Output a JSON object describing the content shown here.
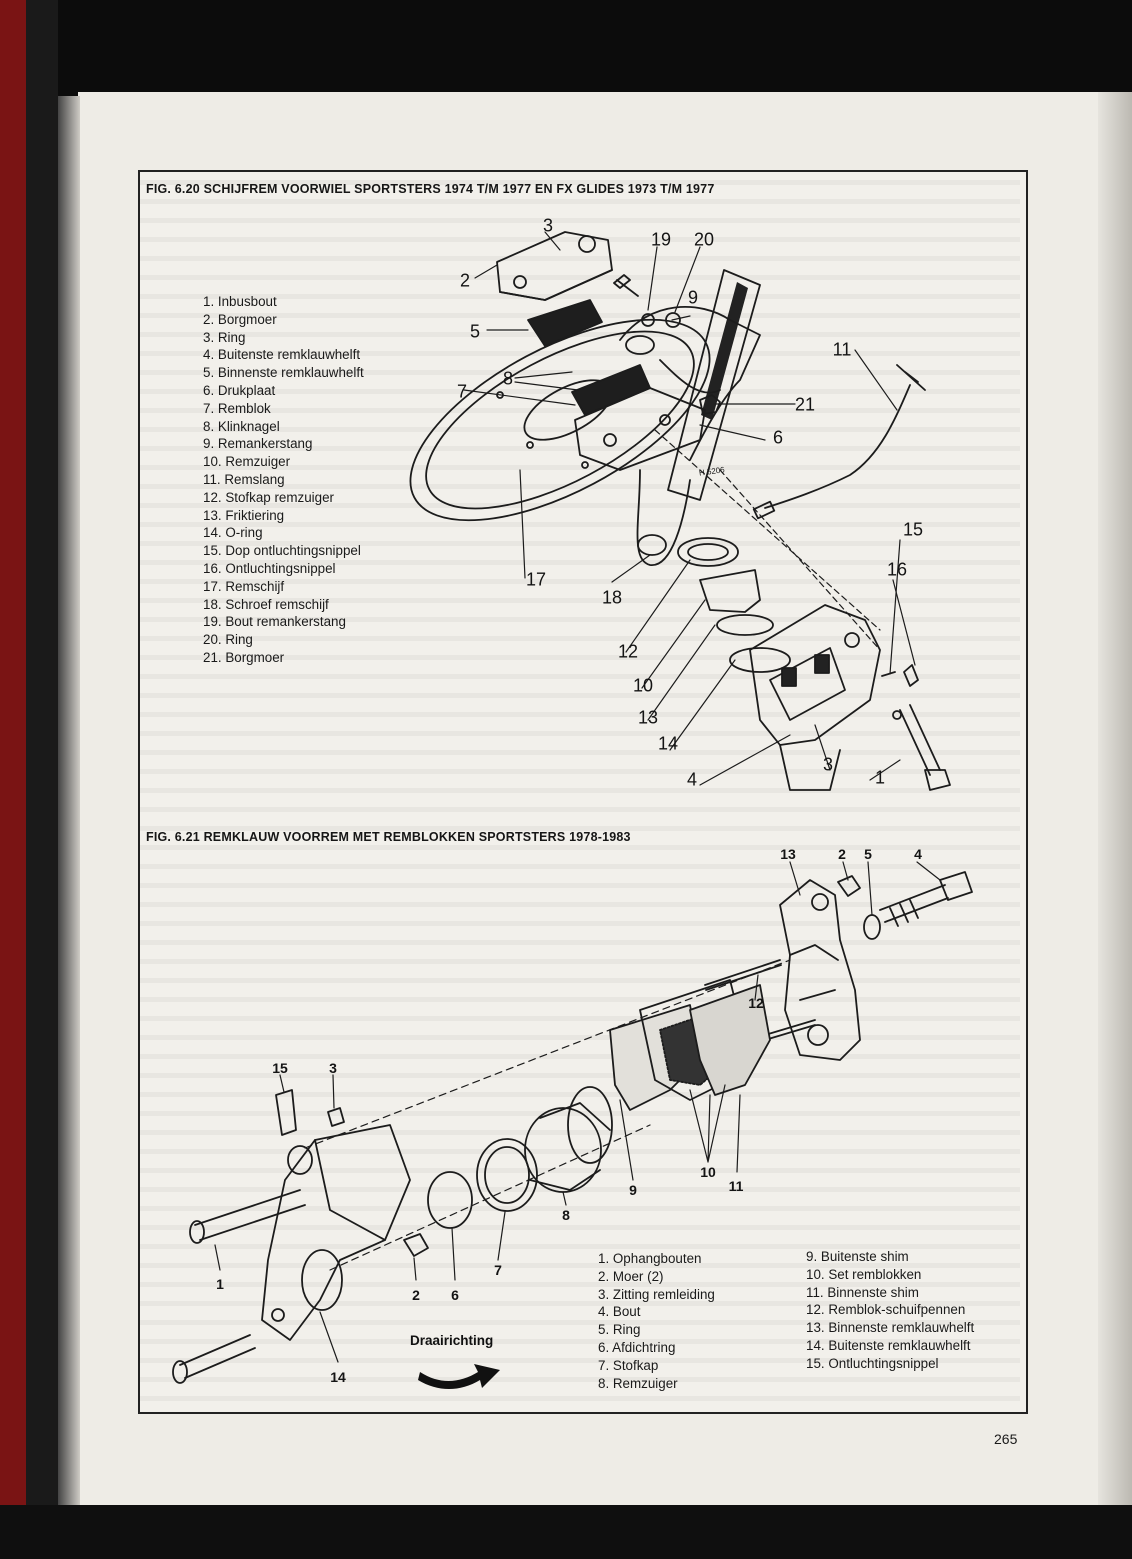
{
  "fig620": {
    "title": "FIG. 6.20 SCHIJFREM VOORWIEL SPORTSTERS 1974 T/M 1977 EN FX GLIDES 1973 T/M 1977",
    "image_code": "H 5206",
    "legend": [
      "1. Inbusbout",
      "2. Borgmoer",
      "3. Ring",
      "4. Buitenste remklauwhelft",
      "5. Binnenste remklauwhelft",
      "6. Drukplaat",
      "7. Remblok",
      "8. Klinknagel",
      "9. Remankerstang",
      "10. Remzuiger",
      "11. Remslang",
      "12. Stofkap remzuiger",
      "13. Friktiering",
      "14. O-ring",
      "15. Dop ontluchtingsnippel",
      "16. Ontluchtingsnippel",
      "17. Remschijf",
      "18. Schroef remschijf",
      "19. Bout remankerstang",
      "20. Ring",
      "21. Borgmoer"
    ],
    "callouts": [
      "3",
      "2",
      "19",
      "20",
      "5",
      "9",
      "7",
      "8",
      "11",
      "21",
      "6",
      "15",
      "16",
      "17",
      "18",
      "12",
      "10",
      "13",
      "14",
      "4",
      "3",
      "1"
    ]
  },
  "fig621": {
    "title": "FIG.  6.21  REMKLAUW  VOORREM  MET  REMBLOKKEN SPORTSTERS 1978-1983",
    "legend_left": [
      "1. Ophangbouten",
      "2. Moer (2)",
      "3. Zitting remleiding",
      "4. Bout",
      "5. Ring",
      "6. Afdichtring",
      "7. Stofkap",
      "8. Remzuiger"
    ],
    "legend_right": [
      "9. Buitenste shim",
      "10. Set remblokken",
      "11. Binnenste shim",
      "12. Remblok-schuifpennen",
      "13. Binnenste remklauwhelft",
      "14. Buitenste remklauwhelft",
      "15. Ontluchtingsnippel"
    ],
    "callouts": [
      "13",
      "2",
      "5",
      "4",
      "12",
      "15",
      "3",
      "9",
      "10",
      "11",
      "8",
      "7",
      "1",
      "2",
      "6",
      "14"
    ],
    "direction_label": "Draairichting"
  },
  "page_number": "265"
}
